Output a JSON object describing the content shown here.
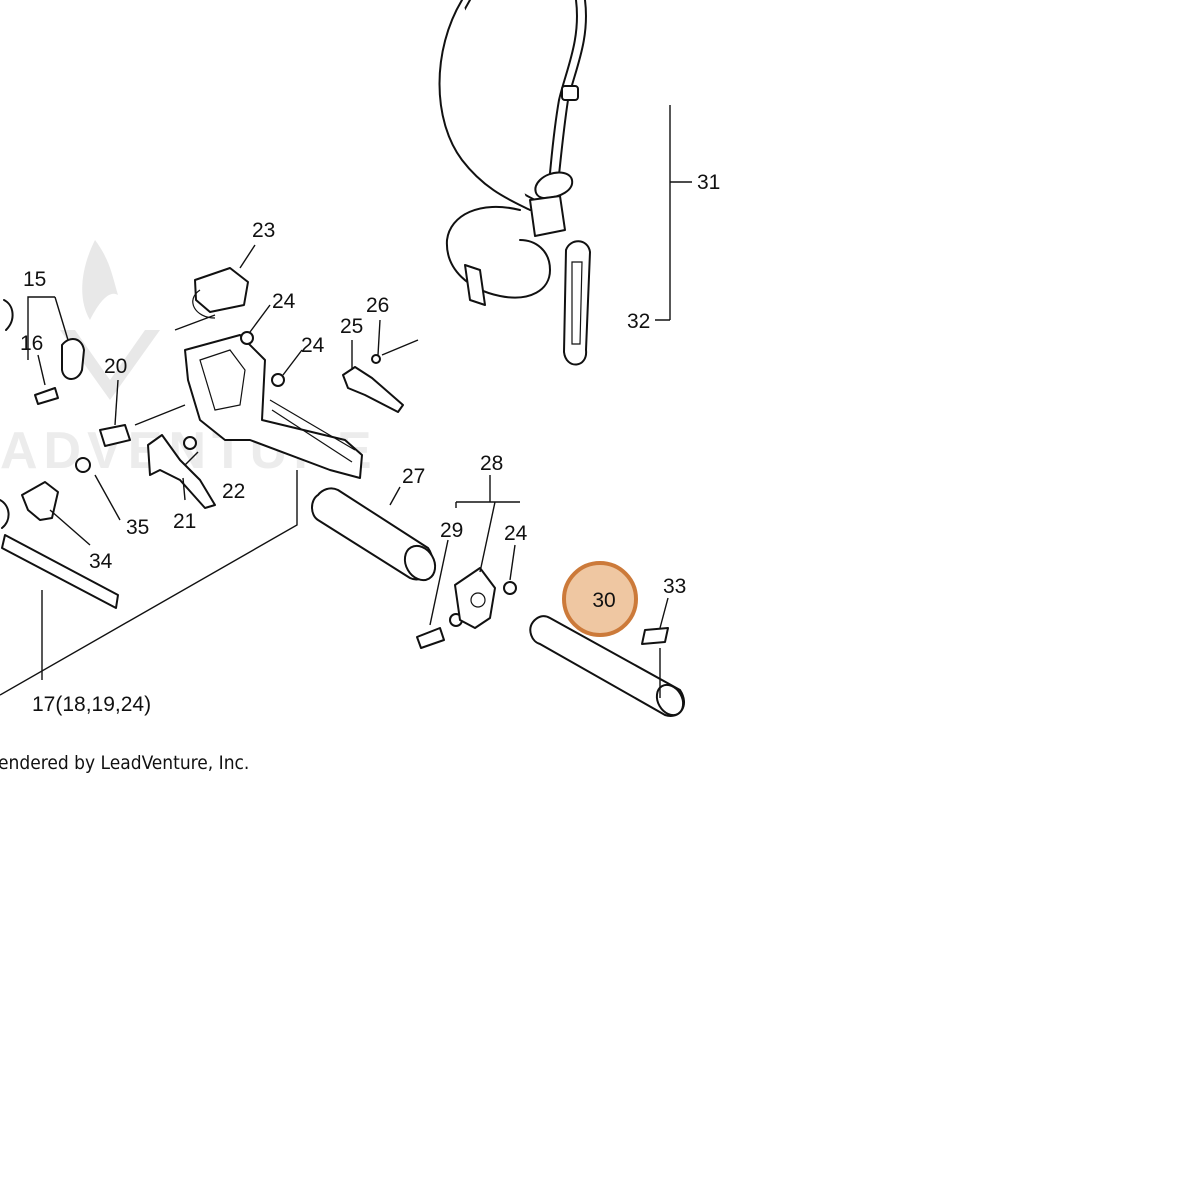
{
  "diagram": {
    "watermark_text": "ADVENTURE",
    "credit": "endered by LeadVenture, Inc.",
    "highlight": {
      "label": "30",
      "color_fill": "#efc7a2",
      "color_stroke": "#cc7a3a"
    },
    "labels": {
      "p15": "15",
      "p16": "16",
      "p17": "17(18,19,24)",
      "p20": "20",
      "p21": "21",
      "p22": "22",
      "p23": "23",
      "p24a": "24",
      "p24b": "24",
      "p24c": "24",
      "p25": "25",
      "p26": "26",
      "p27": "27",
      "p28": "28",
      "p29": "29",
      "p31": "31",
      "p32": "32",
      "p33": "33",
      "p34": "34",
      "p35": "35"
    }
  }
}
